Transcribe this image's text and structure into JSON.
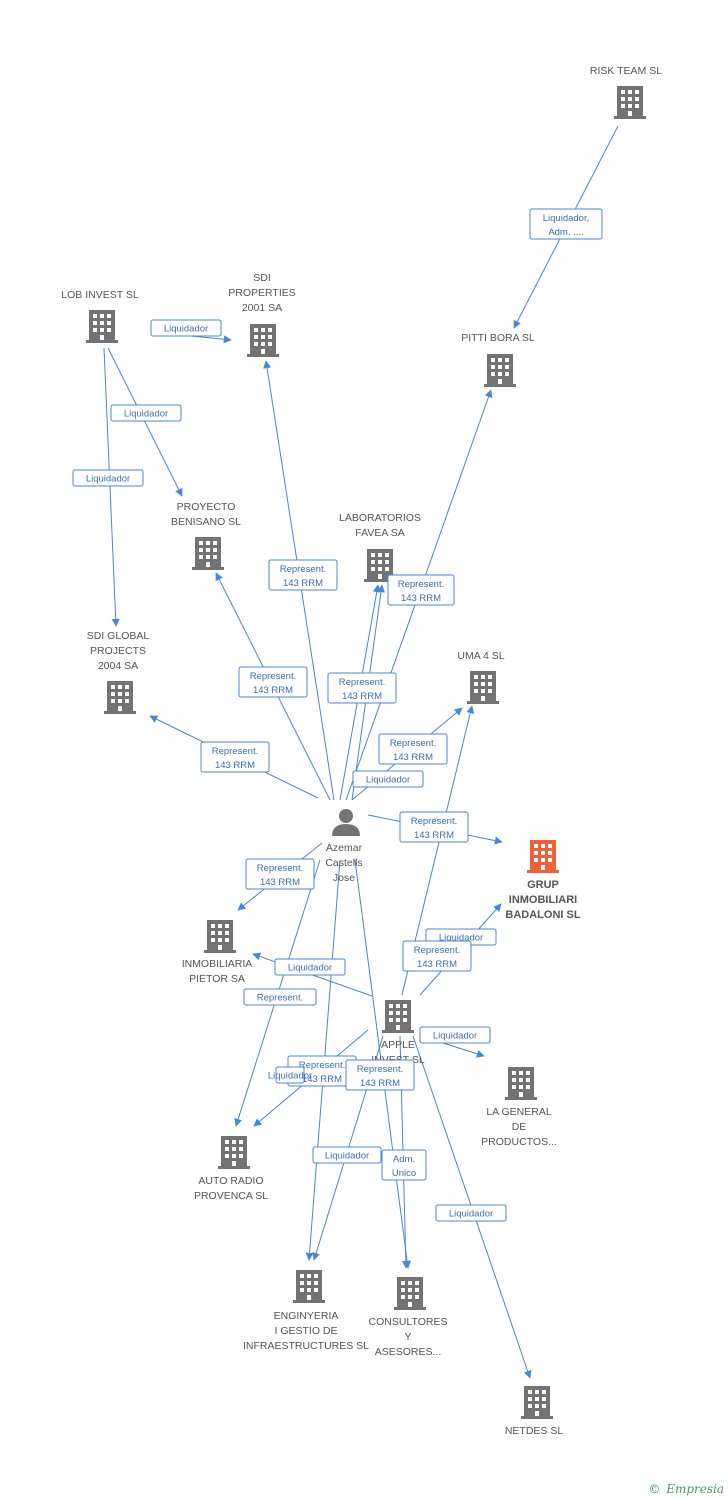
{
  "colors": {
    "edge": "#4a86d4",
    "node_company": "#737373",
    "node_highlight": "#f0603a",
    "label_text": "#555555",
    "footer": "#4a9a5a"
  },
  "nodes": [
    {
      "id": "risk",
      "type": "company",
      "lines": [
        "RISK TEAM SL"
      ]
    },
    {
      "id": "lob",
      "type": "company",
      "lines": [
        "LOB INVEST SL"
      ]
    },
    {
      "id": "sdiprop",
      "type": "company",
      "lines": [
        "SDI",
        "PROPERTIES",
        "2001 SA"
      ]
    },
    {
      "id": "pitti",
      "type": "company",
      "lines": [
        "PITTI BORA SL"
      ]
    },
    {
      "id": "proyecto",
      "type": "company",
      "lines": [
        "PROYECTO",
        "BENISANO  SL"
      ]
    },
    {
      "id": "lab",
      "type": "company",
      "lines": [
        "LABORATORIOS",
        "FAVEA SA"
      ]
    },
    {
      "id": "sdiglobal",
      "type": "company",
      "lines": [
        "SDI GLOBAL",
        "PROJECTS",
        "2004 SA"
      ]
    },
    {
      "id": "uma",
      "type": "company",
      "lines": [
        "UMA 4 SL"
      ]
    },
    {
      "id": "person",
      "type": "person",
      "lines": [
        "Azemar",
        "Castells",
        "Jose"
      ]
    },
    {
      "id": "grup",
      "type": "highlight",
      "lines": [
        "GRUP",
        "INMOBILIARI",
        "BADALONI SL"
      ]
    },
    {
      "id": "pietor",
      "type": "company",
      "lines": [
        "INMOBILIARIA",
        "PIETOR SA"
      ]
    },
    {
      "id": "apple",
      "type": "company",
      "lines": [
        "APPLE",
        "INVEST SL"
      ]
    },
    {
      "id": "lageneral",
      "type": "company",
      "lines": [
        "LA GENERAL",
        "DE",
        "PRODUCTOS..."
      ]
    },
    {
      "id": "autoradio",
      "type": "company",
      "lines": [
        "AUTO RADIO",
        "PROVENCA SL"
      ]
    },
    {
      "id": "enginyeria",
      "type": "company",
      "lines": [
        "ENGINYERIA",
        "I GESTIO DE",
        "INFRAESTRUCTURES SL"
      ]
    },
    {
      "id": "consultores",
      "type": "company",
      "lines": [
        "CONSULTORES",
        "Y",
        "ASESORES..."
      ]
    },
    {
      "id": "netdes",
      "type": "company",
      "lines": [
        "NETDES SL"
      ]
    }
  ],
  "edges": [
    {
      "from": "risk",
      "to": "pitti",
      "lines": [
        "Liquidador,",
        "Adm. ...."
      ]
    },
    {
      "from": "lob",
      "to": "sdiprop",
      "lines": [
        "Liquidador"
      ]
    },
    {
      "from": "lob",
      "to": "proyecto",
      "lines": [
        "Liquidador"
      ]
    },
    {
      "from": "lob",
      "to": "sdiglobal",
      "lines": [
        "Liquidador"
      ]
    },
    {
      "from": "person",
      "to": "sdiprop",
      "lines": [
        "Represent.",
        "143 RRM"
      ]
    },
    {
      "from": "person",
      "to": "pitti",
      "lines": [
        "Represent.",
        "143 RRM"
      ]
    },
    {
      "from": "person",
      "to": "proyecto",
      "lines": [
        "Represent.",
        "143 RRM"
      ]
    },
    {
      "from": "person",
      "to": "lab",
      "lines": [
        "Represent.",
        "143 RRM"
      ]
    },
    {
      "from": "person",
      "to": "sdiglobal",
      "lines": [
        "Represent.",
        "143 RRM"
      ]
    },
    {
      "from": "person",
      "to": "uma",
      "lines": [
        "Represent.",
        "143 RRM"
      ]
    },
    {
      "from": "person",
      "to": "lab",
      "lines": [
        "Liquidador"
      ]
    },
    {
      "from": "person",
      "to": "grup",
      "lines": [
        "Represent.",
        "143 RRM"
      ]
    },
    {
      "from": "person",
      "to": "pietor",
      "lines": [
        "Represent.",
        "143 RRM"
      ]
    },
    {
      "from": "apple",
      "to": "grup",
      "lines": [
        "Liquidador"
      ]
    },
    {
      "from": "apple",
      "to": "uma",
      "lines": [
        "Represent.",
        "143 RRM"
      ]
    },
    {
      "from": "apple",
      "to": "pietor",
      "lines": [
        "Liquidador"
      ]
    },
    {
      "from": "person",
      "to": "autoradio",
      "lines": [
        "Represent."
      ]
    },
    {
      "from": "apple",
      "to": "lageneral",
      "lines": [
        "Liquidador"
      ]
    },
    {
      "from": "person",
      "to": "enginyeria",
      "lines": [
        "Represent.",
        "143 RRM"
      ]
    },
    {
      "from": "person",
      "to": "consultores",
      "lines": [
        "Represent.",
        "143 RRM"
      ]
    },
    {
      "from": "apple",
      "to": "autoradio",
      "lines": [
        "Liquidador"
      ]
    },
    {
      "from": "apple",
      "to": "enginyeria",
      "lines": [
        "Liquidador"
      ]
    },
    {
      "from": "apple",
      "to": "consultores",
      "lines": [
        "Adm.",
        "Unico"
      ]
    },
    {
      "from": "apple",
      "to": "netdes",
      "lines": [
        "Liquidador"
      ]
    }
  ],
  "footer": {
    "copyright": "©",
    "brand": "Empresia"
  }
}
